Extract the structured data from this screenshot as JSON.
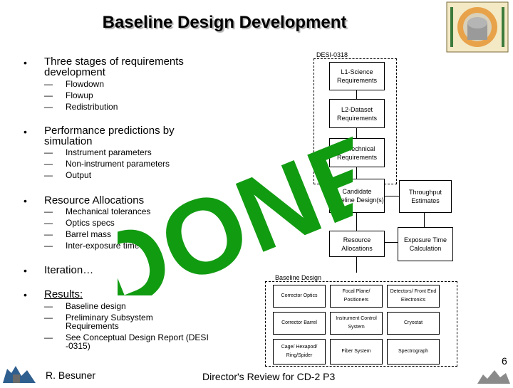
{
  "header": {
    "title": "Baseline Design Development"
  },
  "bullets": [
    {
      "text": "Three stages of requirements development",
      "subs": [
        "Flowdown",
        "Flowup",
        "Redistribution"
      ]
    },
    {
      "text": "Performance predictions by simulation",
      "subs": [
        "Instrument parameters",
        "Non-instrument parameters",
        "Output"
      ]
    },
    {
      "text": "Resource Allocations",
      "subs": [
        "Mechanical tolerances",
        "Optics specs",
        "Barrel mass",
        "Inter-exposure time"
      ]
    },
    {
      "text": "Iteration…",
      "subs": []
    },
    {
      "text": "Results:",
      "subs": [
        "Baseline design",
        "Preliminary Subsystem Requirements",
        "See Conceptual Design Report (DESI -0315)"
      ]
    }
  ],
  "diagram": {
    "doc_id": "DESI-0318",
    "l1": "L1-Science Requirements",
    "l2": "L2-Dataset Requirements",
    "l3": "L3-Technical Requirements",
    "candidate": "Candidate Baseline Design(s)",
    "throughput": "Throughput Estimates",
    "resource": "Resource Allocations",
    "exposure": "Exposure Time Calculation",
    "baseline_label": "Baseline Design",
    "cells": [
      "Corrector Optics",
      "Focal Plane/ Positioners",
      "Detectors/ Front End Electronics",
      "Corrector Barrel",
      "Instrument Control System",
      "Cryostat",
      "Cage/ Hexapod/ Ring/Spider",
      "Fiber System",
      "Spectrograph"
    ]
  },
  "overlay": {
    "text": "DONE",
    "color": "#119b11"
  },
  "footer": {
    "author": "R. Besuner",
    "center": "Director's Review for CD-2 P3",
    "page": "6"
  }
}
